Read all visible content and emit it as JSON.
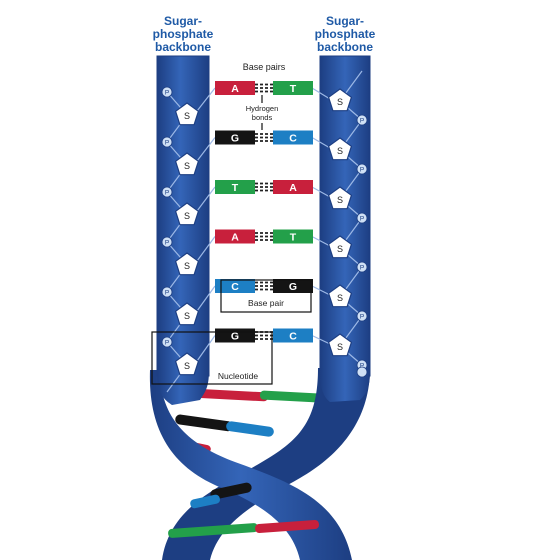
{
  "headers": {
    "left": [
      "Sugar-",
      "phosphate",
      "backbone"
    ],
    "right": [
      "Sugar-",
      "phosphate",
      "backbone"
    ]
  },
  "labels": {
    "base_pairs": "Base pairs",
    "hydrogen_bonds": [
      "Hydrogen",
      "bonds"
    ],
    "base_pair": "Base pair",
    "nucleotide": "Nucleotide"
  },
  "sugar_label": "S",
  "phosphate_label": "P",
  "pairs": [
    {
      "left": "A",
      "right": "T"
    },
    {
      "left": "G",
      "right": "C"
    },
    {
      "left": "T",
      "right": "A"
    },
    {
      "left": "A",
      "right": "T"
    },
    {
      "left": "C",
      "right": "G"
    },
    {
      "left": "G",
      "right": "C"
    }
  ],
  "colors": {
    "A": "#c8203c",
    "T": "#23a04a",
    "G": "#141414",
    "C": "#1d7fc4",
    "backbone": "#2b55a3",
    "backbone_dark": "#1d3e82",
    "sugar_fill": "#ffffff",
    "phosphate_fill": "#cfe0f5",
    "header_text": "#1f5aa6"
  }
}
